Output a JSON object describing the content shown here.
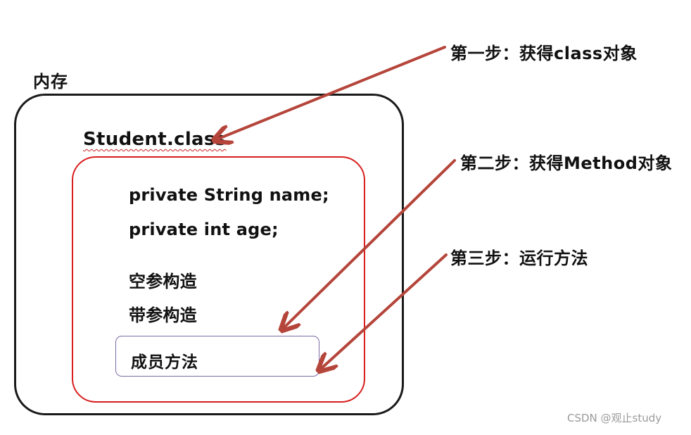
{
  "memory": {
    "label": "内存"
  },
  "class_box": {
    "label": "Student.class",
    "fields": [
      "private String name;",
      "private int age;"
    ],
    "constructors": [
      "空参构造",
      "带参构造"
    ],
    "method": "成员方法"
  },
  "steps": [
    {
      "label": "第一步：获得class对象"
    },
    {
      "label": "第二步：获得Method对象"
    },
    {
      "label": "第三步：运行方法"
    }
  ],
  "watermark": "CSDN @观止study",
  "colors": {
    "arrow": "#b5453a",
    "class_box_border": "#d81e1e",
    "memory_border": "#1a1a1a",
    "method_box_border": "#7b6aa3"
  }
}
